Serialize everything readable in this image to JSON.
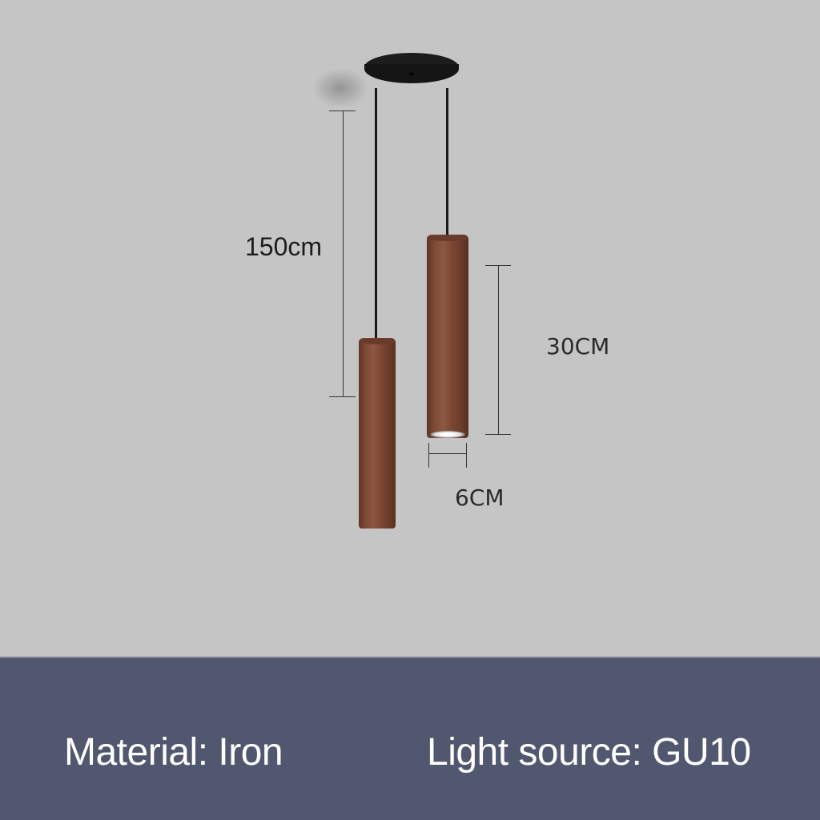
{
  "product_image": {
    "description": "Double pendant lamp with black round canopy and two walnut wood cylinder shades",
    "dimensions": {
      "cord_length": "150cm",
      "shade_height": "30CM",
      "shade_diameter": "6CM"
    }
  },
  "banner": {
    "material": "Material: Iron",
    "light_source": "Light source: GU10",
    "background_color": "#51576f",
    "text_color": "#ffffff"
  }
}
